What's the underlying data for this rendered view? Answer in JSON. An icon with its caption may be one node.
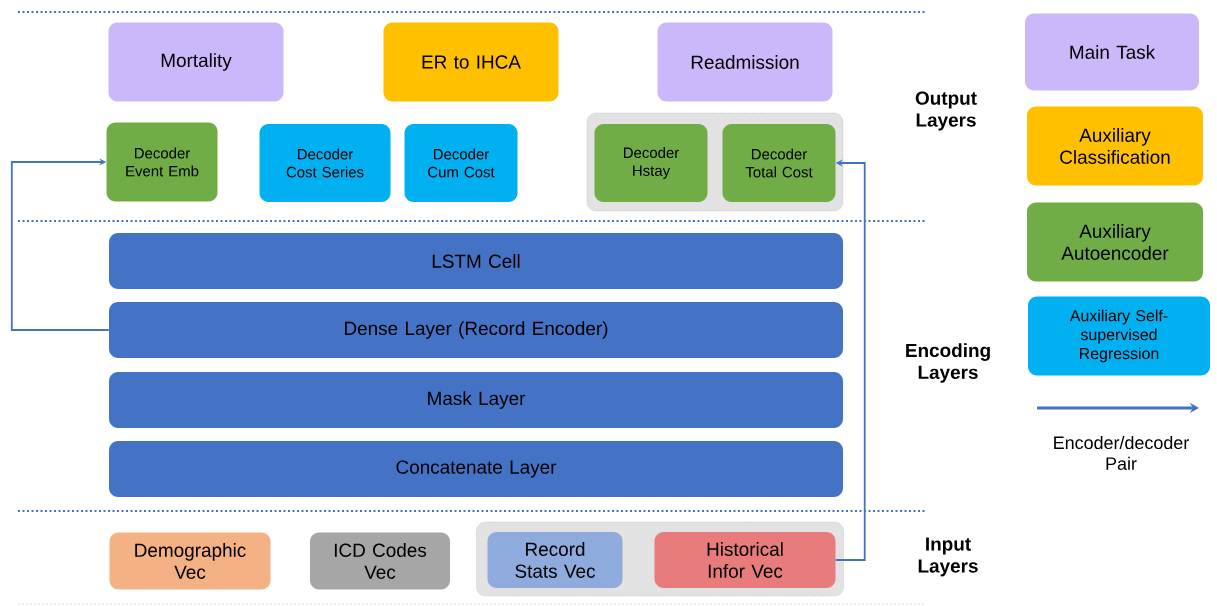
{
  "diagram": {
    "nodes": [
      {
        "text": [
          "Mortality"
        ]
      },
      {
        "text": [
          "ER to IHCA"
        ]
      },
      {
        "text": [
          "Readmission"
        ]
      },
      {
        "text": [
          "Decoder Event Emb"
        ]
      },
      {
        "text": [
          "Decoder Cost Series"
        ]
      },
      {
        "text": [
          "Decoder Cum Cost"
        ]
      },
      {
        "text": [],
        "shape": "box"
      },
      {
        "text": [
          "Decoder Hstay"
        ],
        "in": 6
      },
      {
        "text": [
          "Decoder Total Cost"
        ],
        "in": 6
      },
      {
        "text": [
          "LSTM Cell"
        ]
      },
      {
        "text": [
          "Dense Layer (Record Encoder)"
        ]
      },
      {
        "text": [
          "Mask Layer"
        ]
      },
      {
        "text": [
          "Concatenate Layer"
        ]
      },
      {
        "text": [
          "Demographic Vec"
        ]
      },
      {
        "text": [
          "ICD Codes Vec"
        ]
      },
      {
        "text": [],
        "shape": "box"
      },
      {
        "text": [
          "Record Stats Vec"
        ],
        "in": 15
      },
      {
        "text": [
          "Historical Infor Vec"
        ],
        "in": 15
      }
    ],
    "edges": [
      {
        "from": 10,
        "to": 3,
        "arrow": "to"
      },
      {
        "from": 17,
        "to": 8,
        "arrow": "to"
      }
    ],
    "labels": [
      "Output Layers",
      "Encoding Layers",
      "Input Layers"
    ],
    "legend": [
      {
        "text": "Main Task",
        "color": "#cbb8fa"
      },
      {
        "text": "Auxiliary Classification",
        "color": "#ffc000"
      },
      {
        "text": "Auxiliary Autoencoder",
        "color": "#70ad47"
      },
      {
        "text": "Auxiliary Self-supervised Regression",
        "color": "#00b0f0"
      },
      {
        "text": "Encoder/decoder Pair"
      }
    ]
  }
}
